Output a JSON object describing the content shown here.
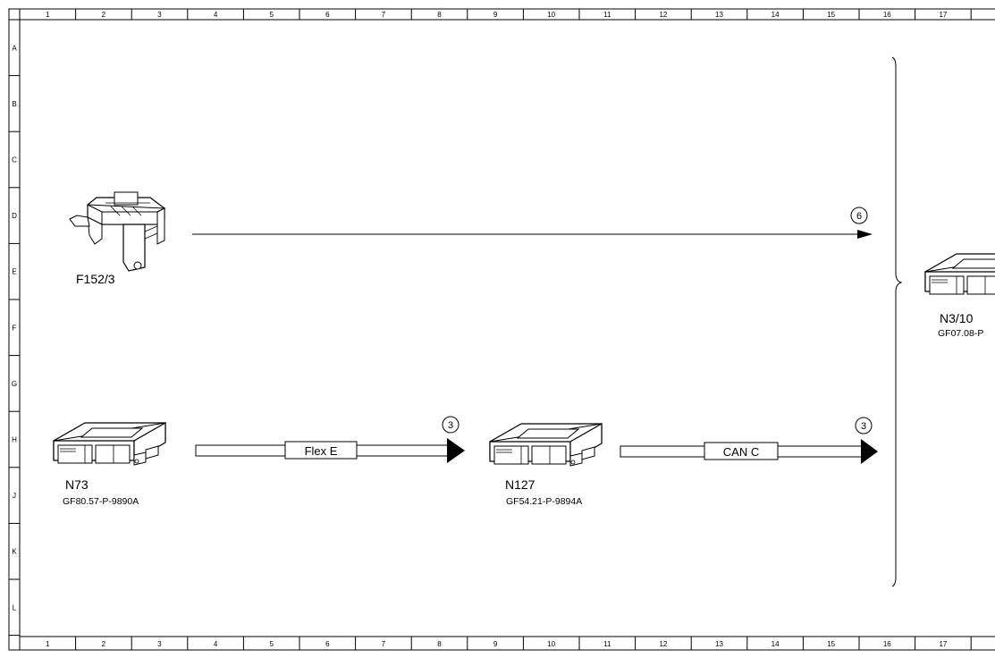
{
  "grid": {
    "columns": [
      "1",
      "2",
      "3",
      "4",
      "5",
      "6",
      "7",
      "8",
      "9",
      "10",
      "11",
      "12",
      "13",
      "14",
      "15",
      "16",
      "17"
    ],
    "rows": [
      "A",
      "B",
      "C",
      "D",
      "E",
      "F",
      "G",
      "H",
      "J",
      "K",
      "L"
    ]
  },
  "components": {
    "f152_3": {
      "name": "F152/3",
      "icon": "fuse-relay-icon"
    },
    "n73": {
      "name": "N73",
      "code": "GF80.57-P-9890A",
      "icon": "control-unit-icon"
    },
    "n127": {
      "name": "N127",
      "code": "GF54.21-P-9894A",
      "icon": "control-unit-icon"
    },
    "n3_10": {
      "name": "N3/10",
      "code": "GF07.08-P",
      "icon": "control-unit-icon"
    }
  },
  "connections": {
    "line_f152": {
      "ref": "6"
    },
    "flex_e": {
      "label": "Flex E",
      "ref": "3"
    },
    "can_c": {
      "label": "CAN C",
      "ref": "3"
    }
  }
}
